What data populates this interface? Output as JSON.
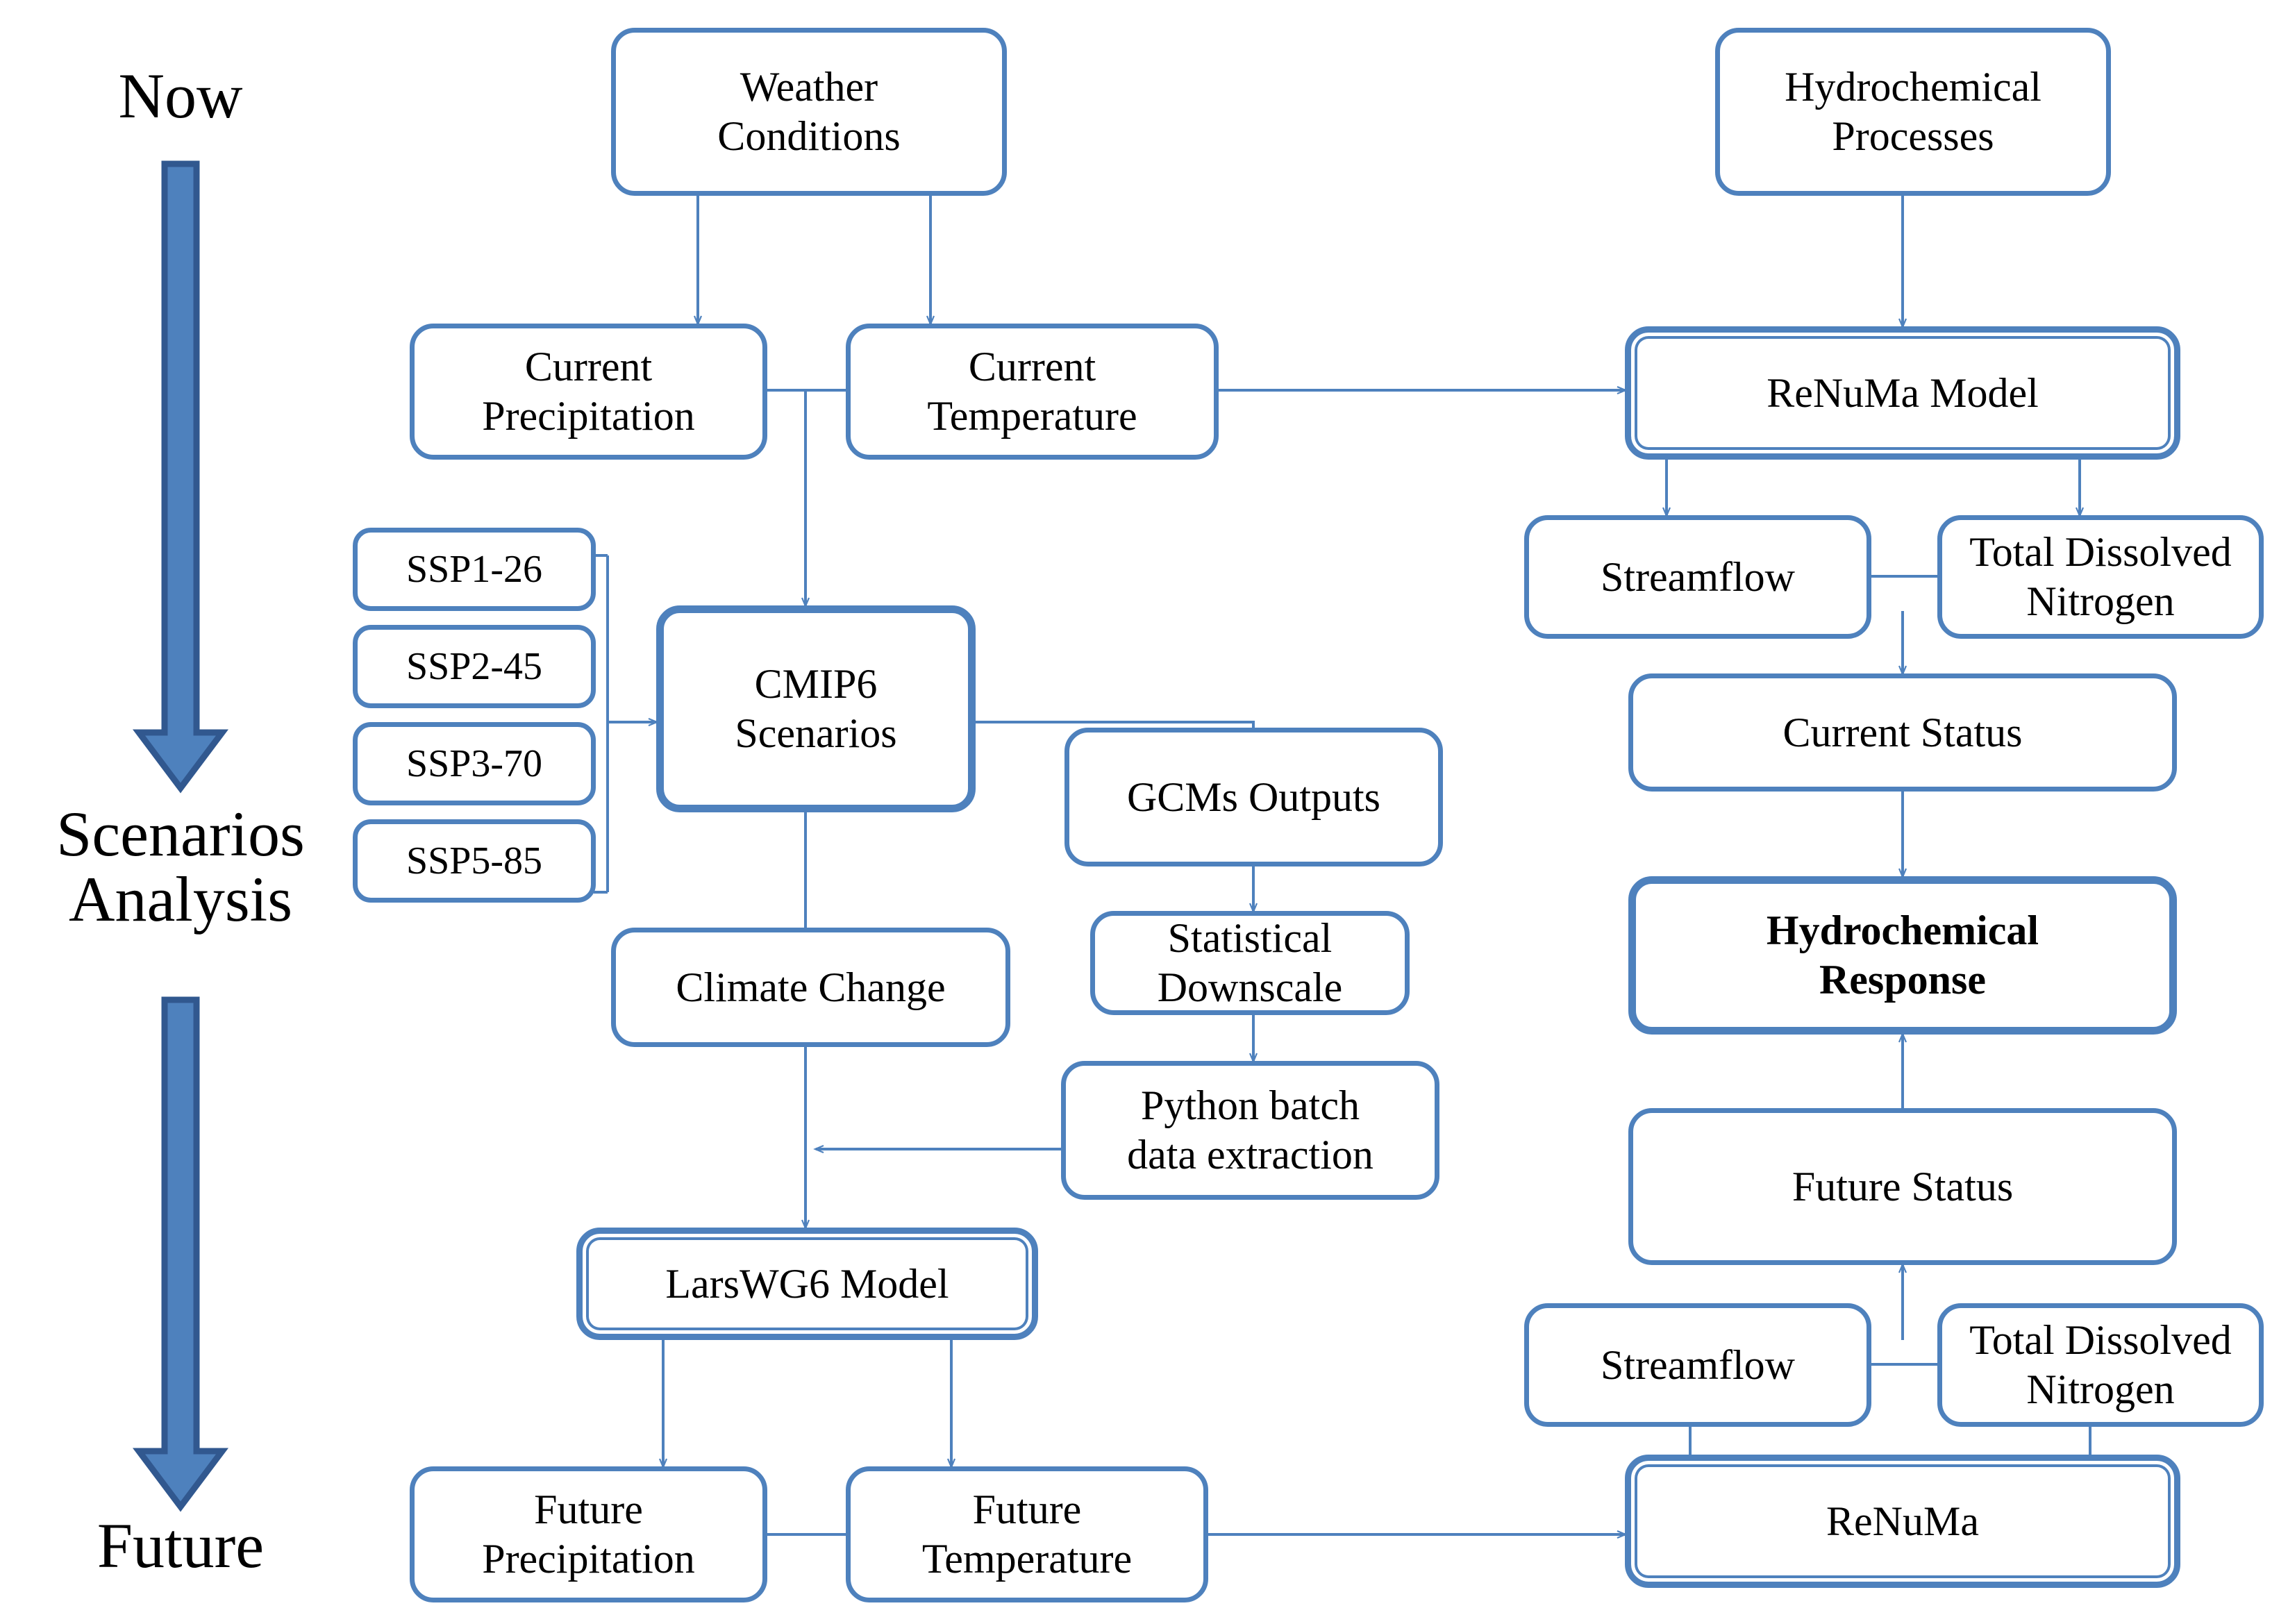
{
  "diagram": {
    "title": "Climate change and hydrochemical response modelling framework",
    "colors": {
      "node_border": "#4E81BD",
      "connector": "#4E81BD",
      "timeline_fill": "#4E81BD",
      "timeline_stroke": "#31588F",
      "text": "#000000",
      "background": "#FFFFFF"
    }
  },
  "timeline": {
    "labels": {
      "now": "Now",
      "scenarios_analysis": "Scenarios\nAnalysis",
      "future": "Future"
    }
  },
  "nodes": {
    "weather_conditions": "Weather\nConditions",
    "current_precipitation": "Current\nPrecipitation",
    "current_temperature": "Current\nTemperature",
    "hydrochemical_processes": "Hydrochemical\nProcesses",
    "renuma_model": "ReNuMa Model",
    "streamflow_current": "Streamflow",
    "total_dissolved_nitrogen_current": "Total Dissolved\nNitrogen",
    "current_status": "Current Status",
    "hydrochemical_response": "Hydrochemical\nResponse",
    "future_status": "Future Status",
    "streamflow_future": "Streamflow",
    "total_dissolved_nitrogen_future": "Total Dissolved\nNitrogen",
    "renuma": "ReNuMa",
    "ssp1": "SSP1-26",
    "ssp2": "SSP2-45",
    "ssp3": "SSP3-70",
    "ssp5": "SSP5-85",
    "cmip6_scenarios": "CMIP6\nScenarios",
    "gcms_outputs": "GCMs Outputs",
    "statistical_downscale": "Statistical\nDownscale",
    "python_batch": "Python batch\ndata extraction",
    "climate_change": "Climate Change",
    "larswg6_model": "LarsWG6 Model",
    "future_precipitation": "Future\nPrecipitation",
    "future_temperature": "Future\nTemperature"
  },
  "edges": [
    {
      "from": "weather_conditions",
      "to": "current_precipitation",
      "arrow": true
    },
    {
      "from": "weather_conditions",
      "to": "current_temperature",
      "arrow": true
    },
    {
      "from": "current_precipitation",
      "to": "current_temperature",
      "arrow": false
    },
    {
      "from": "current_temperature",
      "to": "renuma_model",
      "arrow": true
    },
    {
      "from": "current_precipitation_temperature_junction",
      "to": "cmip6_scenarios",
      "arrow": true
    },
    {
      "from": "hydrochemical_processes",
      "to": "renuma_model",
      "arrow": true
    },
    {
      "from": "renuma_model",
      "to": "streamflow_current",
      "arrow": true
    },
    {
      "from": "renuma_model",
      "to": "total_dissolved_nitrogen_current",
      "arrow": true
    },
    {
      "from": "streamflow_tdn_junction",
      "to": "current_status",
      "arrow": true
    },
    {
      "from": "current_status",
      "to": "hydrochemical_response",
      "arrow": true
    },
    {
      "from": "future_status",
      "to": "hydrochemical_response",
      "arrow": true
    },
    {
      "from": "streamflow_tdn_future_junction",
      "to": "future_status",
      "arrow": true
    },
    {
      "from": "renuma",
      "to": "streamflow_future",
      "arrow": true
    },
    {
      "from": "renuma",
      "to": "total_dissolved_nitrogen_future",
      "arrow": true
    },
    {
      "from": "future_temperature",
      "to": "renuma",
      "arrow": true
    },
    {
      "from": "future_precipitation",
      "to": "future_temperature",
      "arrow": false
    },
    {
      "from": "ssp_bracket",
      "to": "cmip6_scenarios",
      "arrow": true
    },
    {
      "from": "cmip6_scenarios",
      "to": "gcms_outputs",
      "arrow": true
    },
    {
      "from": "cmip6_scenarios",
      "to": "climate_change",
      "arrow": true
    },
    {
      "from": "gcms_outputs",
      "to": "statistical_downscale",
      "arrow": true
    },
    {
      "from": "statistical_downscale",
      "to": "python_batch",
      "arrow": true
    },
    {
      "from": "python_batch",
      "to": "climate_change_to_larswg_line",
      "arrow": true
    },
    {
      "from": "climate_change",
      "to": "larswg6_model",
      "arrow": true
    },
    {
      "from": "larswg6_model",
      "to": "future_precipitation",
      "arrow": true
    },
    {
      "from": "larswg6_model",
      "to": "future_temperature",
      "arrow": true
    }
  ]
}
